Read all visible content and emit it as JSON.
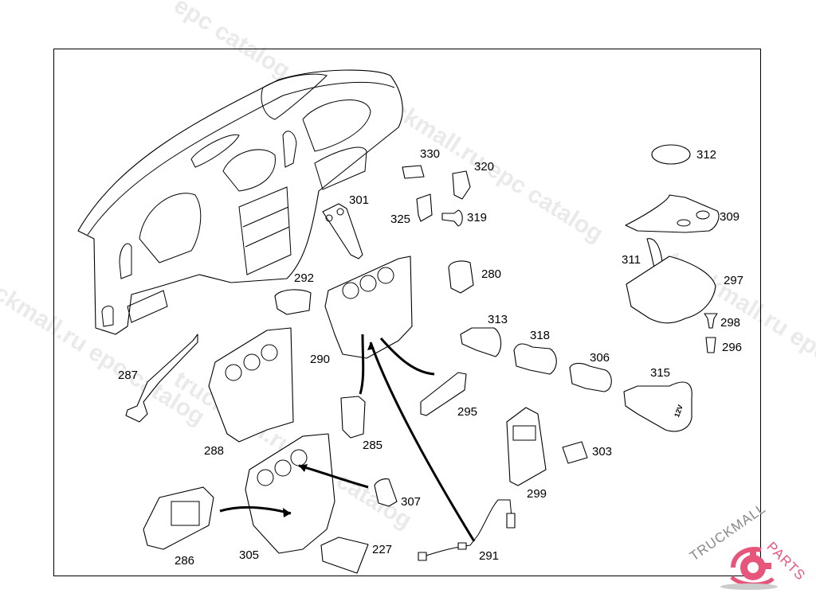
{
  "diagram": {
    "title": "Dashboard / instrument panel center console exploded view",
    "parts": [
      {
        "id": "330",
        "label": "330"
      },
      {
        "id": "320",
        "label": "320"
      },
      {
        "id": "312",
        "label": "312"
      },
      {
        "id": "301",
        "label": "301"
      },
      {
        "id": "325",
        "label": "325"
      },
      {
        "id": "319",
        "label": "319"
      },
      {
        "id": "309",
        "label": "309"
      },
      {
        "id": "280",
        "label": "280"
      },
      {
        "id": "311",
        "label": "311"
      },
      {
        "id": "292",
        "label": "292"
      },
      {
        "id": "297",
        "label": "297"
      },
      {
        "id": "313",
        "label": "313"
      },
      {
        "id": "298",
        "label": "298"
      },
      {
        "id": "318",
        "label": "318"
      },
      {
        "id": "296",
        "label": "296"
      },
      {
        "id": "306",
        "label": "306"
      },
      {
        "id": "290",
        "label": "290"
      },
      {
        "id": "287",
        "label": "287"
      },
      {
        "id": "315",
        "label": "315"
      },
      {
        "id": "295",
        "label": "295"
      },
      {
        "id": "285",
        "label": "285"
      },
      {
        "id": "288",
        "label": "288"
      },
      {
        "id": "303",
        "label": "303"
      },
      {
        "id": "307",
        "label": "307"
      },
      {
        "id": "299",
        "label": "299"
      },
      {
        "id": "291",
        "label": "291"
      },
      {
        "id": "227",
        "label": "227"
      },
      {
        "id": "286",
        "label": "286"
      },
      {
        "id": "305",
        "label": "305"
      }
    ],
    "socket_marking": "12V"
  },
  "watermarks": {
    "text_1": "truckmall.ru epc catalog",
    "text_2": "epc catalog",
    "text_3": "truckmall.ru epc catalog"
  },
  "logo": {
    "part_1": "TRUCKMALL",
    "part_2": "PARTS",
    "accent_color": "#e8557a",
    "dark_color": "#888888"
  }
}
